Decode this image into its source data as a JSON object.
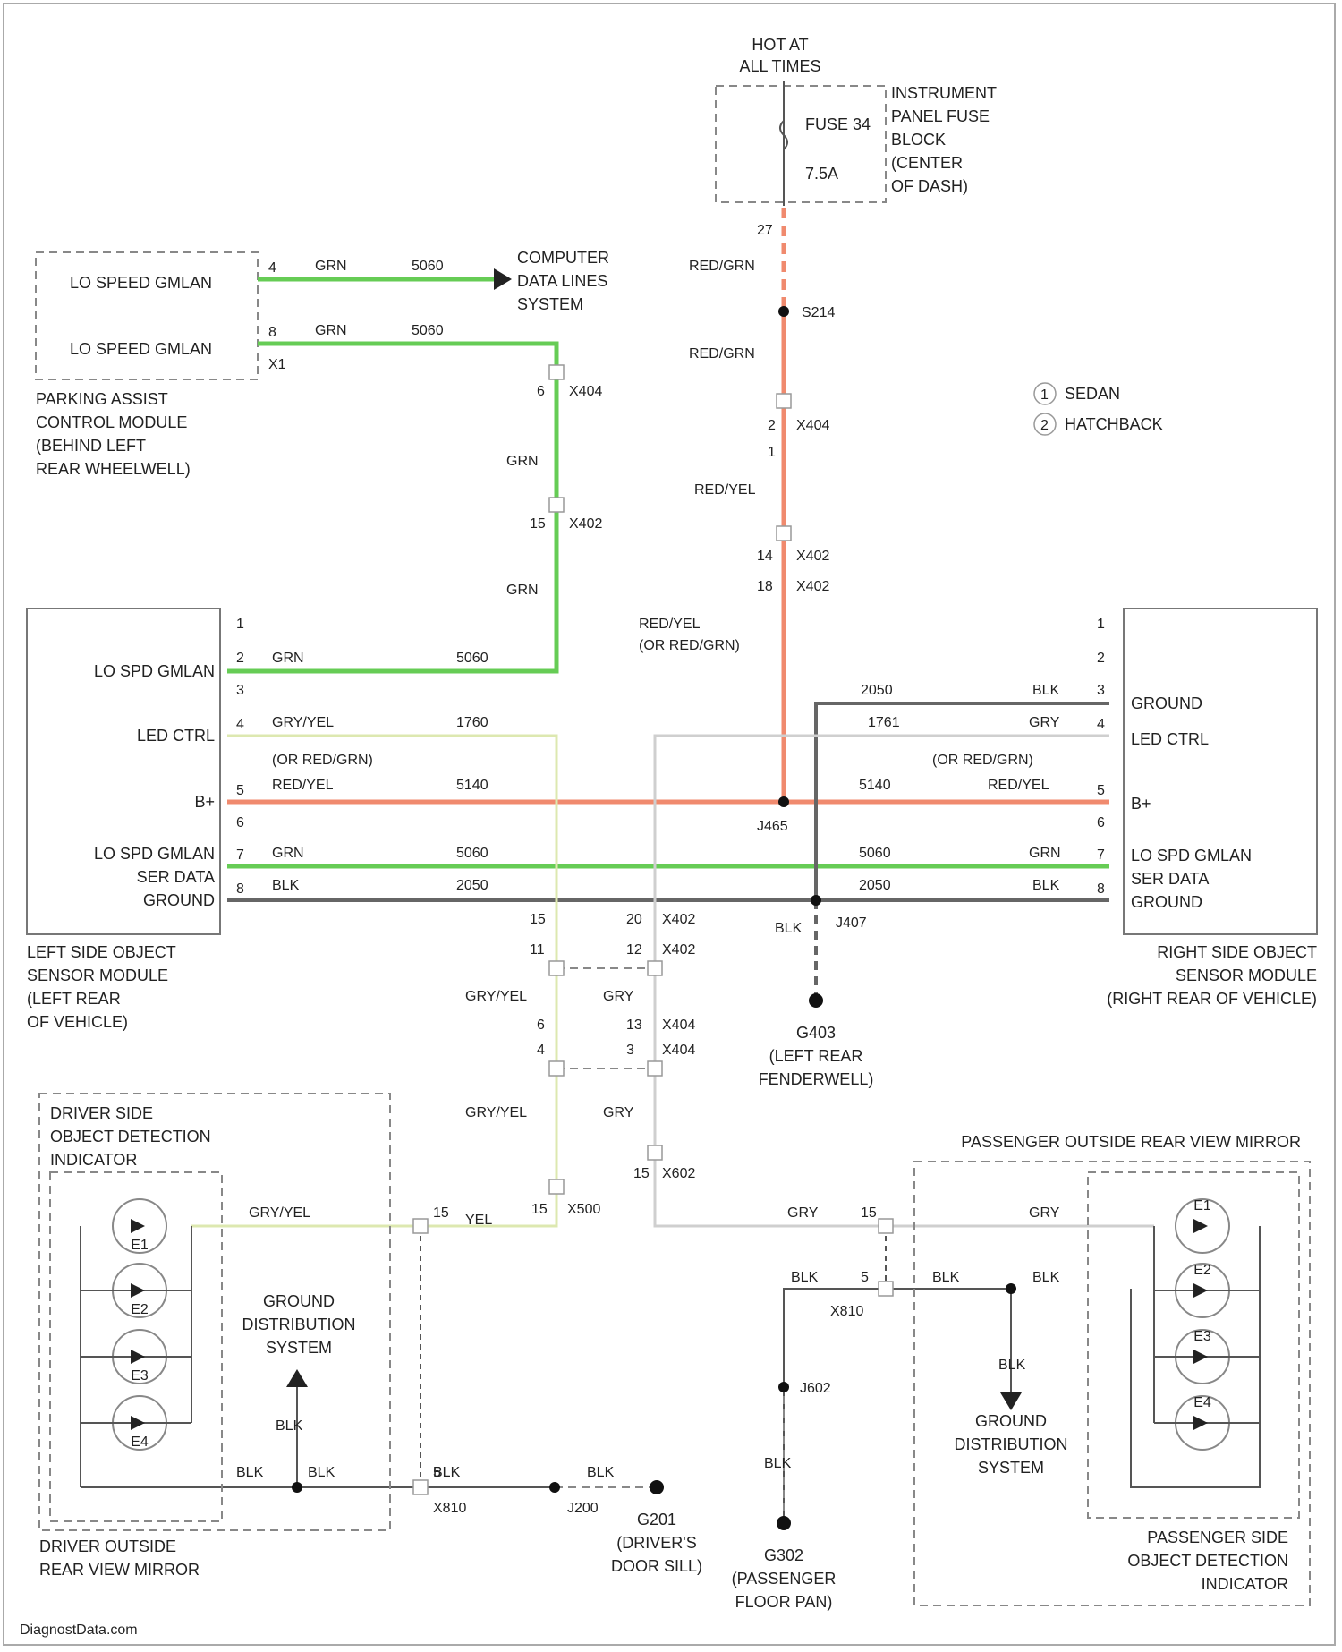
{
  "watermark": "DiagnostData.com",
  "legend": [
    {
      "num": "1",
      "text": "SEDAN"
    },
    {
      "num": "2",
      "text": "HATCHBACK"
    }
  ],
  "power": {
    "hot": [
      "HOT AT",
      "ALL TIMES"
    ],
    "fuse": "FUSE 34",
    "amps": "7.5A",
    "block": [
      "INSTRUMENT",
      "PANEL FUSE",
      "BLOCK",
      "(CENTER",
      "OF DASH)"
    ],
    "pin": "27"
  },
  "parking_module": {
    "pins": [
      "LO SPEED GMLAN",
      "LO SPEED GMLAN"
    ],
    "pin_nums": [
      "4",
      "8"
    ],
    "connector": "X1",
    "label": [
      "PARKING ASSIST",
      "CONTROL MODULE",
      "(BEHIND LEFT",
      "REAR WHEELWELL)"
    ]
  },
  "data_link": [
    "COMPUTER",
    "DATA LINES",
    "SYSTEM"
  ],
  "left_module": {
    "pins": [
      "LO SPD GMLAN",
      "LED CTRL",
      "B+",
      "LO SPD GMLAN",
      "SER DATA",
      "GROUND"
    ],
    "pin_nums": [
      "1",
      "2",
      "3",
      "4",
      "5",
      "6",
      "7",
      "8"
    ],
    "label": [
      "LEFT SIDE OBJECT",
      "SENSOR MODULE",
      "(LEFT REAR",
      "OF VEHICLE)"
    ]
  },
  "right_module": {
    "pins": [
      "GROUND",
      "LED CTRL",
      "B+",
      "LO SPD GMLAN",
      "SER DATA",
      "GROUND"
    ],
    "pin_nums": [
      "1",
      "2",
      "3",
      "4",
      "5",
      "6",
      "7",
      "8"
    ],
    "label": [
      "RIGHT SIDE OBJECT",
      "SENSOR MODULE",
      "(RIGHT REAR OF VEHICLE)"
    ]
  },
  "driver_mirror": {
    "indicator": [
      "DRIVER SIDE",
      "OBJECT DETECTION",
      "INDICATOR"
    ],
    "ground_dist": [
      "GROUND",
      "DISTRIBUTION",
      "SYSTEM"
    ],
    "label": [
      "DRIVER OUTSIDE",
      "REAR VIEW MIRROR"
    ],
    "leds": [
      "E1",
      "E2",
      "E3",
      "E4"
    ]
  },
  "passenger_mirror": {
    "title": "PASSENGER OUTSIDE REAR VIEW MIRROR",
    "ground_dist": [
      "GROUND",
      "DISTRIBUTION",
      "SYSTEM"
    ],
    "label": [
      "PASSENGER SIDE",
      "OBJECT DETECTION",
      "INDICATOR"
    ],
    "leds": [
      "E1",
      "E2",
      "E3",
      "E4"
    ]
  },
  "grounds": {
    "g403": [
      "G403",
      "(LEFT REAR",
      "FENDERWELL)"
    ],
    "g201": [
      "G201",
      "(DRIVER'S",
      "DOOR SILL)"
    ],
    "g302": [
      "G302",
      "(PASSENGER",
      "FLOOR PAN)"
    ]
  },
  "wire_labels": [
    "GRN",
    "5060",
    "GRN",
    "5060",
    "RED/GRN",
    "S214",
    "RED/GRN",
    "X404",
    "X404",
    "GRN",
    "X402",
    "RED/YEL",
    "X402",
    "X402",
    "GRN",
    "RED/YEL",
    "(OR RED/GRN)",
    "GRN",
    "5060",
    "GRY/YEL",
    "1760",
    "(OR RED/GRN)",
    "RED/YEL",
    "5140",
    "J465",
    "5140",
    "(OR RED/GRN)",
    "RED/YEL",
    "2050",
    "BLK",
    "1761",
    "GRY",
    "GRN",
    "5060",
    "BLK",
    "2050",
    "5060",
    "GRN",
    "2050",
    "BLK",
    "J407",
    "BLK",
    "X402",
    "X402",
    "GRY/YEL",
    "GRY",
    "X404",
    "X404",
    "GRY/YEL",
    "GRY",
    "X602",
    "GRY/YEL",
    "GRY",
    "YEL",
    "X500",
    "GRY",
    "BLK",
    "X810",
    "BLK",
    "BLK",
    "J602",
    "BLK",
    "BLK",
    "BLK",
    "BLK",
    "BLK",
    "X810",
    "J200",
    "BLK",
    "BLK"
  ],
  "pin_labels": [
    "6",
    "15",
    "2",
    "1",
    "14",
    "18",
    "15",
    "11",
    "20",
    "12",
    "6",
    "4",
    "13",
    "3",
    "15",
    "15",
    "15",
    "15",
    "5",
    "5"
  ]
}
